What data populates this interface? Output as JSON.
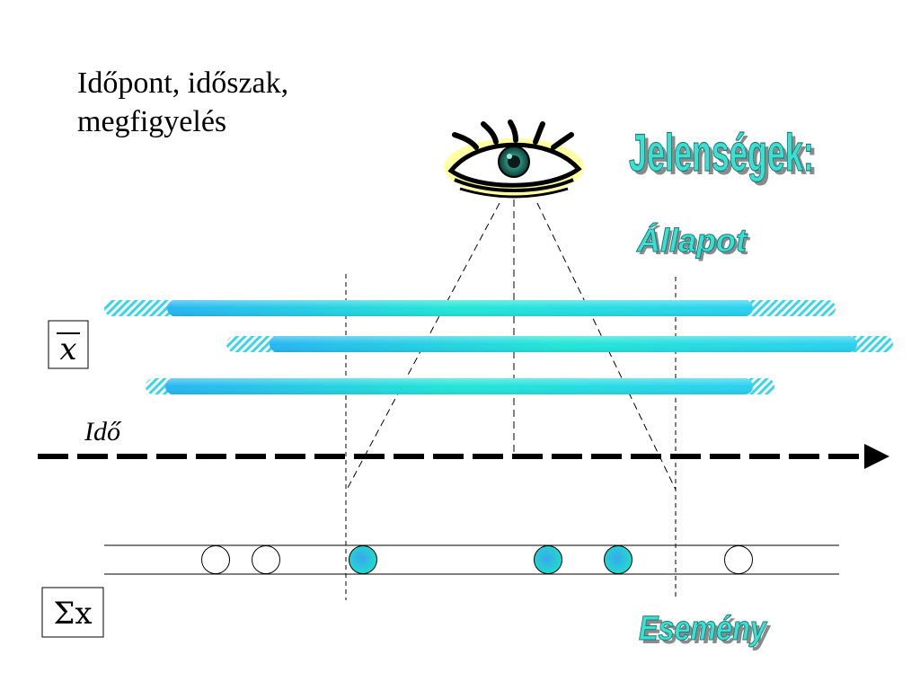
{
  "slide": {
    "title_lines": [
      "Időpont, időszak,",
      "megfigyelés"
    ],
    "phenomena_heading": "Jelenségek:",
    "state_label": "Állapot",
    "event_label": "Esemény",
    "time_axis_label": "Idő",
    "mean_symbol": "x",
    "sum_symbol": "Σx"
  },
  "colors": {
    "bar_gradient_start": "#27b6f2",
    "bar_gradient_end": "#22f2c4",
    "heading_fill": "#3de0d0",
    "heading_shadow": "#8a8a8a",
    "axis": "#000000",
    "event_filled": "#1fc0e0",
    "event_empty": "#ffffff"
  },
  "icons": {
    "observer": "eye-icon",
    "axis_arrow": "arrow-right-icon"
  },
  "events": [
    {
      "observed": false
    },
    {
      "observed": false
    },
    {
      "observed": true
    },
    {
      "observed": true
    },
    {
      "observed": true
    },
    {
      "observed": false
    }
  ]
}
